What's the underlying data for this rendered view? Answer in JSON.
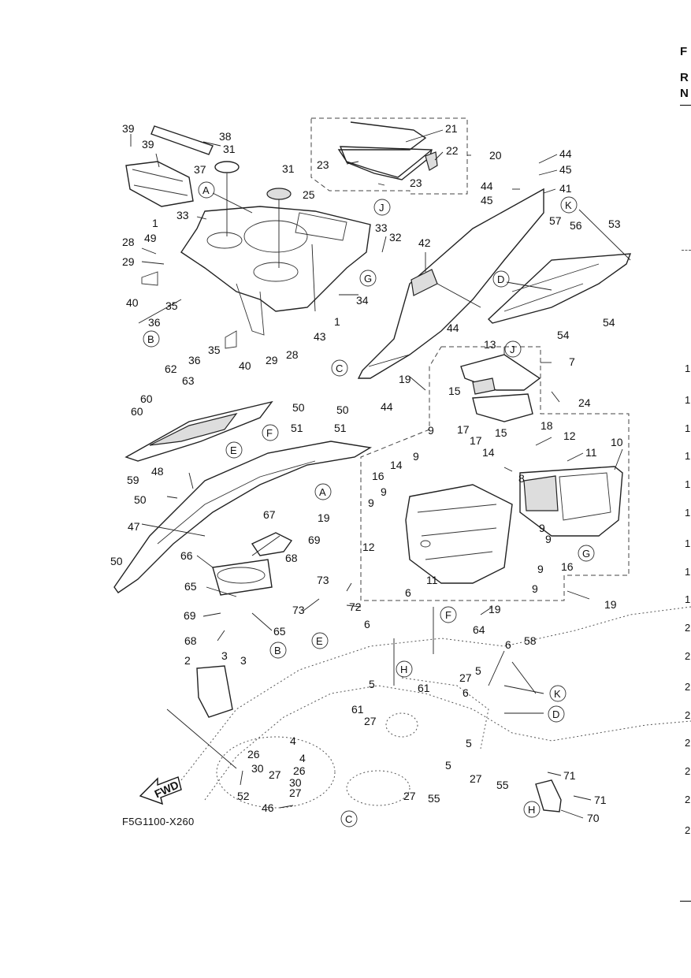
{
  "figure": {
    "code": "F5G1100-X260",
    "fwd_label": "FWD"
  },
  "margin": {
    "header": [
      "F",
      "R",
      "N"
    ],
    "numbers": [
      "1",
      "1",
      "1",
      "1",
      "1",
      "1",
      "1",
      "1",
      "1",
      "2",
      "2",
      "2",
      "2",
      "2",
      "2",
      "2",
      "2"
    ]
  },
  "callouts": [
    {
      "t": "39"
    },
    {
      "t": "38"
    },
    {
      "t": "39"
    },
    {
      "t": "31"
    },
    {
      "t": "37"
    },
    {
      "t": "31"
    },
    {
      "t": "25"
    },
    {
      "t": "21"
    },
    {
      "t": "22"
    },
    {
      "t": "20"
    },
    {
      "t": "23"
    },
    {
      "t": "23"
    },
    {
      "t": "44"
    },
    {
      "t": "45"
    },
    {
      "t": "44"
    },
    {
      "t": "45"
    },
    {
      "t": "41"
    },
    {
      "t": "33"
    },
    {
      "t": "1"
    },
    {
      "t": "33"
    },
    {
      "t": "32"
    },
    {
      "t": "28"
    },
    {
      "t": "49"
    },
    {
      "t": "29"
    },
    {
      "t": "42"
    },
    {
      "t": "57"
    },
    {
      "t": "56"
    },
    {
      "t": "53"
    },
    {
      "t": "40"
    },
    {
      "t": "35"
    },
    {
      "t": "34"
    },
    {
      "t": "1"
    },
    {
      "t": "36"
    },
    {
      "t": "35"
    },
    {
      "t": "43"
    },
    {
      "t": "36"
    },
    {
      "t": "40"
    },
    {
      "t": "29"
    },
    {
      "t": "28"
    },
    {
      "t": "44"
    },
    {
      "t": "54"
    },
    {
      "t": "54"
    },
    {
      "t": "13"
    },
    {
      "t": "7"
    },
    {
      "t": "62"
    },
    {
      "t": "63"
    },
    {
      "t": "19"
    },
    {
      "t": "24"
    },
    {
      "t": "15"
    },
    {
      "t": "18"
    },
    {
      "t": "15"
    },
    {
      "t": "44"
    },
    {
      "t": "60"
    },
    {
      "t": "60"
    },
    {
      "t": "50"
    },
    {
      "t": "50"
    },
    {
      "t": "51"
    },
    {
      "t": "51"
    },
    {
      "t": "9"
    },
    {
      "t": "17"
    },
    {
      "t": "17"
    },
    {
      "t": "12"
    },
    {
      "t": "14"
    },
    {
      "t": "11"
    },
    {
      "t": "10"
    },
    {
      "t": "59"
    },
    {
      "t": "48"
    },
    {
      "t": "14"
    },
    {
      "t": "9"
    },
    {
      "t": "16"
    },
    {
      "t": "8"
    },
    {
      "t": "50"
    },
    {
      "t": "9"
    },
    {
      "t": "9"
    },
    {
      "t": "19"
    },
    {
      "t": "9"
    },
    {
      "t": "67"
    },
    {
      "t": "47"
    },
    {
      "t": "69"
    },
    {
      "t": "9"
    },
    {
      "t": "68"
    },
    {
      "t": "12"
    },
    {
      "t": "16"
    },
    {
      "t": "66"
    },
    {
      "t": "50"
    },
    {
      "t": "11"
    },
    {
      "t": "9"
    },
    {
      "t": "9"
    },
    {
      "t": "73"
    },
    {
      "t": "65"
    },
    {
      "t": "6"
    },
    {
      "t": "19"
    },
    {
      "t": "73"
    },
    {
      "t": "72"
    },
    {
      "t": "69"
    },
    {
      "t": "19"
    },
    {
      "t": "65"
    },
    {
      "t": "68"
    },
    {
      "t": "6"
    },
    {
      "t": "64"
    },
    {
      "t": "58"
    },
    {
      "t": "6"
    },
    {
      "t": "3"
    },
    {
      "t": "3"
    },
    {
      "t": "2"
    },
    {
      "t": "5"
    },
    {
      "t": "27"
    },
    {
      "t": "5"
    },
    {
      "t": "61"
    },
    {
      "t": "6"
    },
    {
      "t": "61"
    },
    {
      "t": "27"
    },
    {
      "t": "4"
    },
    {
      "t": "5"
    },
    {
      "t": "26"
    },
    {
      "t": "4"
    },
    {
      "t": "5"
    },
    {
      "t": "30"
    },
    {
      "t": "27"
    },
    {
      "t": "26"
    },
    {
      "t": "27"
    },
    {
      "t": "55"
    },
    {
      "t": "71"
    },
    {
      "t": "30"
    },
    {
      "t": "27"
    },
    {
      "t": "52"
    },
    {
      "t": "27"
    },
    {
      "t": "55"
    },
    {
      "t": "71"
    },
    {
      "t": "46"
    },
    {
      "t": "70"
    }
  ],
  "circled_refs": [
    {
      "t": "A"
    },
    {
      "t": "J"
    },
    {
      "t": "K"
    },
    {
      "t": "G"
    },
    {
      "t": "D"
    },
    {
      "t": "B"
    },
    {
      "t": "J"
    },
    {
      "t": "C"
    },
    {
      "t": "F"
    },
    {
      "t": "E"
    },
    {
      "t": "A"
    },
    {
      "t": "G"
    },
    {
      "t": "B"
    },
    {
      "t": "E"
    },
    {
      "t": "F"
    },
    {
      "t": "H"
    },
    {
      "t": "K"
    },
    {
      "t": "D"
    },
    {
      "t": "H"
    },
    {
      "t": "C"
    }
  ]
}
